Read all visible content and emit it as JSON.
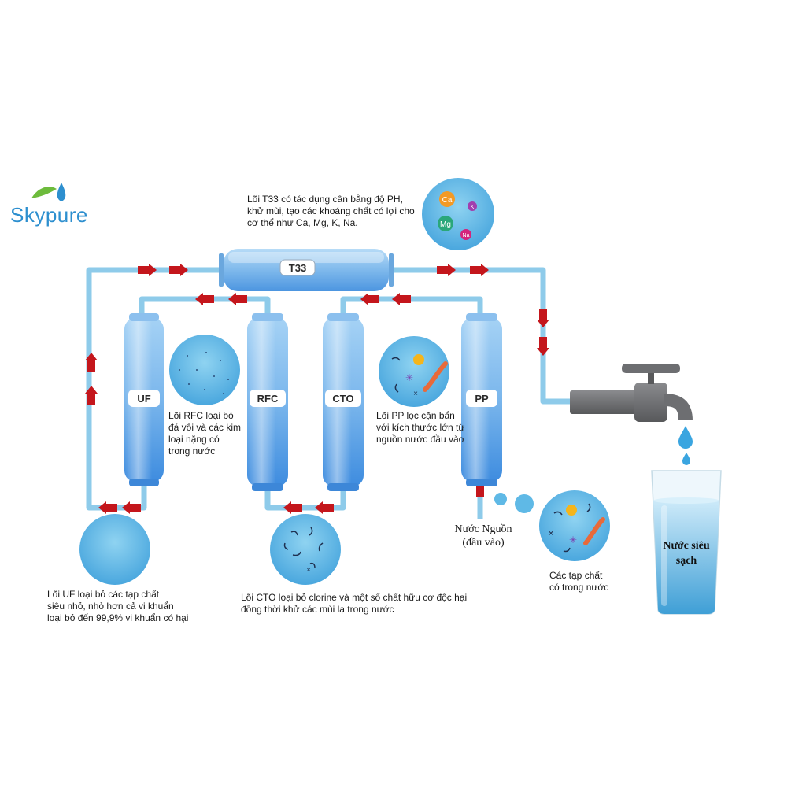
{
  "brand": {
    "name": "Skypure"
  },
  "filters": {
    "t33": "T33",
    "uf": "UF",
    "rfc": "RFC",
    "cto": "CTO",
    "pp": "PP"
  },
  "minerals": {
    "ca": "Ca",
    "k": "K",
    "mg": "Mg",
    "na": "Na"
  },
  "descriptions": {
    "t33": "Lõi T33 có tác dụng cân bằng độ PH,\nkhử mùi, tạo các khoáng chất có lợi cho\ncơ thể như Ca, Mg, K, Na.",
    "rfc": "Lõi RFC loại bỏ\nđá vôi và các kim\nloại nặng có\ntrong nước",
    "pp": "Lõi PP lọc cặn bẩn\nvới kích thước lớn từ\nnguồn nước đầu vào",
    "uf": "Lõi UF loại bỏ các tạp chất\nsiêu nhỏ, nhỏ hơn cả vi khuẩn\nloại bỏ đến 99,9% vi khuẩn có hại",
    "cto": "Lõi CTO loại bỏ clorine và một số chất hữu cơ độc hại\nđồng thời khử các mùi lạ trong nước",
    "impurities": "Các tạp chất\ncó trong nước"
  },
  "source_label": "Nước Nguồn\n(đầu vào)",
  "glass_label": "Nước siêu\nsạch",
  "colors": {
    "pipe": "#8ecbea",
    "arrow": "#c4161c",
    "cartridge_top": "#8fc4f0",
    "cartridge_bottom": "#3f8fe0",
    "faucet": "#6d6e71",
    "brand": "#2d8fcf"
  }
}
